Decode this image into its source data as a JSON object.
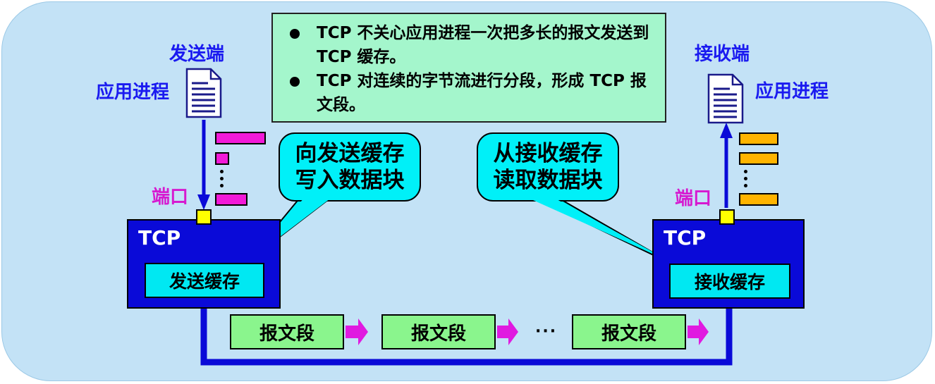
{
  "sender": {
    "side_label": "发送端",
    "app_label": "应用进程",
    "port_label": "端口",
    "tcp_label": "TCP",
    "buffer_label": "发送缓存"
  },
  "receiver": {
    "side_label": "接收端",
    "app_label": "应用进程",
    "port_label": "端口",
    "tcp_label": "TCP",
    "buffer_label": "接收缓存"
  },
  "info": {
    "bullets": [
      "TCP 不关心应用进程一次把多长的报文发送到 TCP 缓存。",
      "TCP 对连续的字节流进行分段，形成 TCP 报文段。"
    ]
  },
  "callouts": {
    "write": [
      "向发送缓存",
      "写入数据块"
    ],
    "read": [
      "从接收缓存",
      "读取数据块"
    ]
  },
  "segments": [
    "报文段",
    "报文段",
    "报文段"
  ],
  "ellipsis": "···",
  "colors": {
    "background": "#c3e2f6",
    "tcp_box": "#0a0ad8",
    "buffer": "#00e8f2",
    "info_box": "#a4f6cc",
    "segment": "#8af58d",
    "sender_blocks": "#f21ad8",
    "receiver_blocks": "#ffb400",
    "port": "#ffff00",
    "label_blue": "#1a1af0",
    "label_magenta": "#d61ad0",
    "arrow": "#e01ae0"
  }
}
